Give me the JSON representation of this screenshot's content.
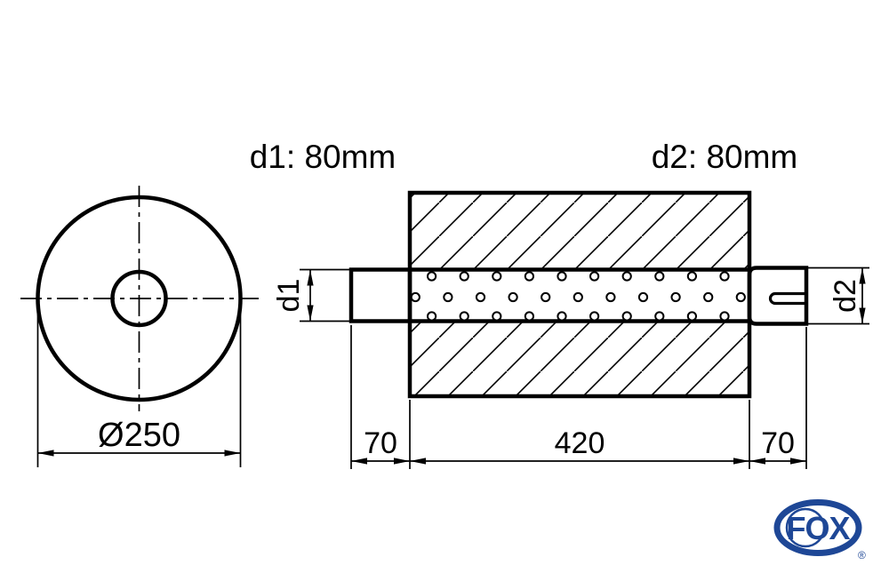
{
  "drawing": {
    "title_labels": {
      "d1": "d1: 80mm",
      "d2": "d2: 80mm"
    },
    "front_view": {
      "diameter": "Ø250"
    },
    "side_view": {
      "inlet_label": "d1",
      "outlet_label": "d2",
      "inlet_stub_length": "70",
      "body_length": "420",
      "outlet_stub_length": "70"
    },
    "logo": {
      "brand": "FOX",
      "registered": "®"
    },
    "colors": {
      "line": "#000000",
      "background": "#ffffff",
      "logo_blue": "#1e4796"
    }
  }
}
